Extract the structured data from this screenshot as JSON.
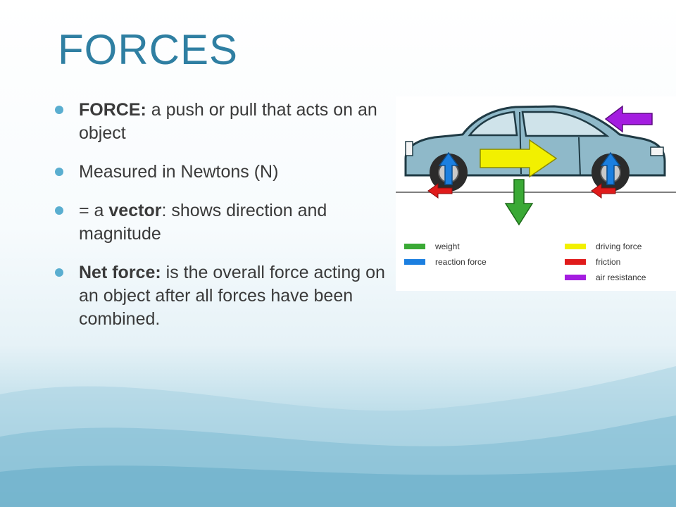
{
  "slide": {
    "title": "FORCES",
    "bullets": [
      {
        "bold": "FORCE:",
        "text": " a push or pull that acts on an object"
      },
      {
        "text": "Measured in Newtons (N)"
      },
      {
        "pre": "= a ",
        "bold": "vector",
        "text": ": shows direction and magnitude"
      },
      {
        "bold": "Net force:",
        "text": " is the overall force acting on an object after all forces have been combined."
      }
    ]
  },
  "diagram": {
    "legend": [
      {
        "label": "weight",
        "color": "#3aa935"
      },
      {
        "label": "reaction force",
        "color": "#1b7fe0"
      },
      {
        "label": "driving force",
        "color": "#f2f000"
      },
      {
        "label": "friction",
        "color": "#e01b1b"
      },
      {
        "label": "air resistance",
        "color": "#a41de0"
      }
    ],
    "colors": {
      "car_body": "#8fb9c9",
      "car_outline": "#1f3a44",
      "tire": "#2b2b2b",
      "ground": "#555555"
    }
  }
}
